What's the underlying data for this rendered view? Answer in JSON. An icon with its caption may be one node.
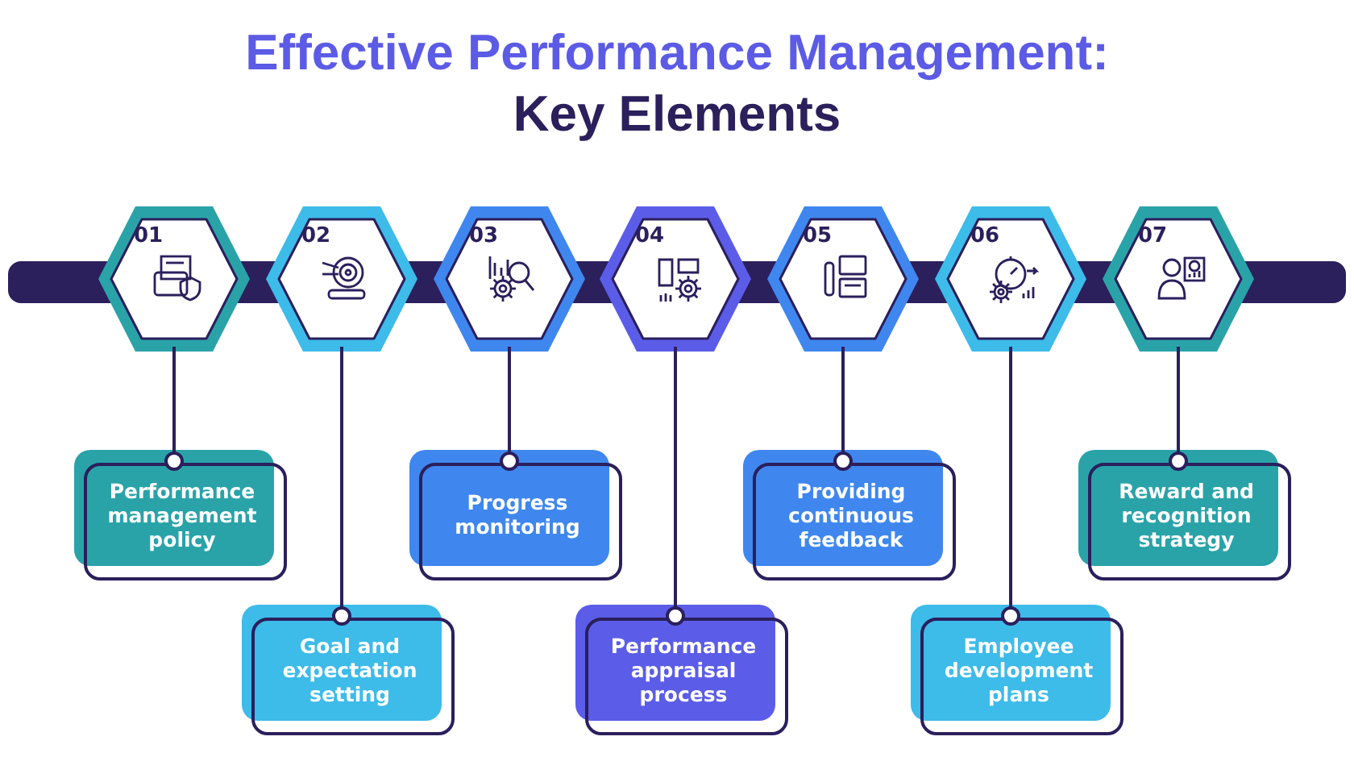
{
  "diagram": {
    "title": "Effective Performance Management: Key Elements",
    "nodes": [
      {
        "text": [
          "01"
        ]
      },
      {
        "text": [
          "02"
        ]
      },
      {
        "text": [
          "03"
        ]
      },
      {
        "text": [
          "04"
        ]
      },
      {
        "text": [
          "05"
        ]
      },
      {
        "text": [
          "06"
        ]
      },
      {
        "text": [
          "07"
        ]
      },
      {
        "text": [
          "Performance management policy"
        ]
      },
      {
        "text": [
          "Goal and expectation setting"
        ]
      },
      {
        "text": [
          "Progress monitoring"
        ]
      },
      {
        "text": [
          "Performance appraisal process"
        ]
      },
      {
        "text": [
          "Providing continuous feedback"
        ]
      },
      {
        "text": [
          "Employee development plans"
        ]
      },
      {
        "text": [
          "Reward and recognition strategy"
        ]
      }
    ],
    "edges": [
      {
        "from": 0,
        "to": 7,
        "arrow": "other"
      },
      {
        "from": 1,
        "to": 8,
        "arrow": "other"
      },
      {
        "from": 2,
        "to": 9,
        "arrow": "other"
      },
      {
        "from": 3,
        "to": 10,
        "arrow": "other"
      },
      {
        "from": 4,
        "to": 11,
        "arrow": "other"
      },
      {
        "from": 5,
        "to": 12,
        "arrow": "other"
      },
      {
        "from": 6,
        "to": 13,
        "arrow": "other"
      }
    ]
  }
}
